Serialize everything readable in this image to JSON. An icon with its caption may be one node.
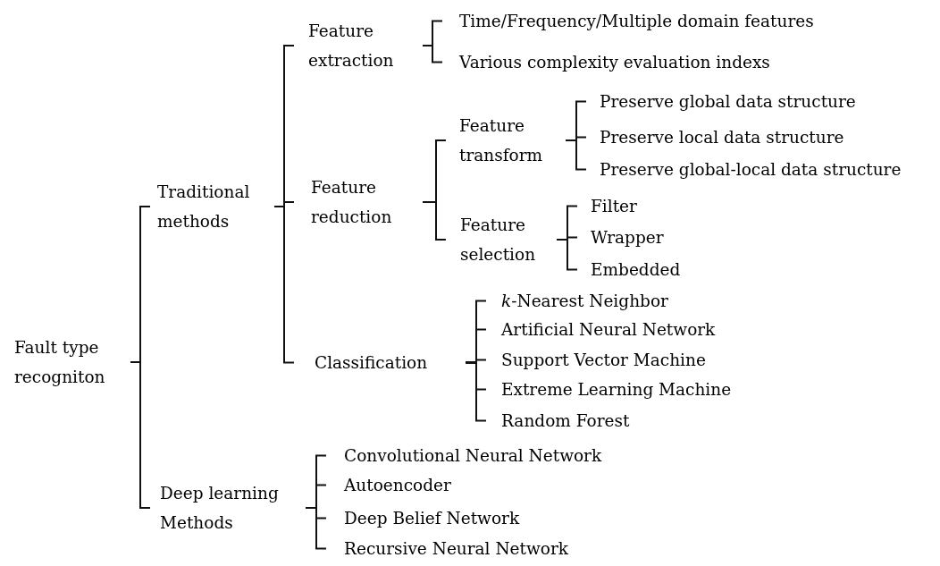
{
  "diagram": {
    "nodes": [
      {
        "text": [
          "Fault type recogniton"
        ]
      },
      {
        "text": [
          "Traditional methods"
        ]
      },
      {
        "text": [
          "Feature extraction"
        ]
      },
      {
        "text": [
          "Time/Frequency/Multiple domain features"
        ]
      },
      {
        "text": [
          "Various complexity evaluation indexs"
        ]
      },
      {
        "text": [
          "Feature reduction"
        ]
      },
      {
        "text": [
          "Feature transform"
        ]
      },
      {
        "text": [
          "Preserve global data structure"
        ]
      },
      {
        "text": [
          "Preserve local data structure"
        ]
      },
      {
        "text": [
          "Preserve global-local data structure"
        ]
      },
      {
        "text": [
          "Feature selection"
        ]
      },
      {
        "text": [
          "Filter"
        ]
      },
      {
        "text": [
          "Wrapper"
        ]
      },
      {
        "text": [
          "Embedded"
        ]
      },
      {
        "text": [
          "Classification"
        ]
      },
      {
        "text": [
          "*k*-Nearest Neighbor"
        ]
      },
      {
        "text": [
          "Artificial Neural Network"
        ]
      },
      {
        "text": [
          "Support Vector Machine"
        ]
      },
      {
        "text": [
          "Extreme Learning Machine"
        ]
      },
      {
        "text": [
          "Random Forest"
        ]
      },
      {
        "text": [
          "Deep learning Methods"
        ]
      },
      {
        "text": [
          "Convolutional Neural Network"
        ]
      },
      {
        "text": [
          "Autoencoder"
        ]
      },
      {
        "text": [
          "Deep Belief Network"
        ]
      },
      {
        "text": [
          "Recursive Neural Network"
        ]
      }
    ],
    "edges": [
      {
        "from": 0,
        "to": 1,
        "arrow": "none"
      },
      {
        "from": 0,
        "to": 20,
        "arrow": "none"
      },
      {
        "from": 1,
        "to": 2,
        "arrow": "none"
      },
      {
        "from": 1,
        "to": 5,
        "arrow": "none"
      },
      {
        "from": 1,
        "to": 14,
        "arrow": "none"
      },
      {
        "from": 2,
        "to": 3,
        "arrow": "none"
      },
      {
        "from": 2,
        "to": 4,
        "arrow": "none"
      },
      {
        "from": 5,
        "to": 6,
        "arrow": "none"
      },
      {
        "from": 5,
        "to": 10,
        "arrow": "none"
      },
      {
        "from": 6,
        "to": 7,
        "arrow": "none"
      },
      {
        "from": 6,
        "to": 8,
        "arrow": "none"
      },
      {
        "from": 6,
        "to": 9,
        "arrow": "none"
      },
      {
        "from": 10,
        "to": 11,
        "arrow": "none"
      },
      {
        "from": 10,
        "to": 12,
        "arrow": "none"
      },
      {
        "from": 10,
        "to": 13,
        "arrow": "none"
      },
      {
        "from": 14,
        "to": 15,
        "arrow": "none"
      },
      {
        "from": 14,
        "to": 16,
        "arrow": "none"
      },
      {
        "from": 14,
        "to": 17,
        "arrow": "none"
      },
      {
        "from": 14,
        "to": 18,
        "arrow": "none"
      },
      {
        "from": 14,
        "to": 19,
        "arrow": "none"
      },
      {
        "from": 20,
        "to": 21,
        "arrow": "none"
      },
      {
        "from": 20,
        "to": 22,
        "arrow": "none"
      },
      {
        "from": 20,
        "to": 23,
        "arrow": "none"
      },
      {
        "from": 20,
        "to": 24,
        "arrow": "none"
      }
    ]
  }
}
